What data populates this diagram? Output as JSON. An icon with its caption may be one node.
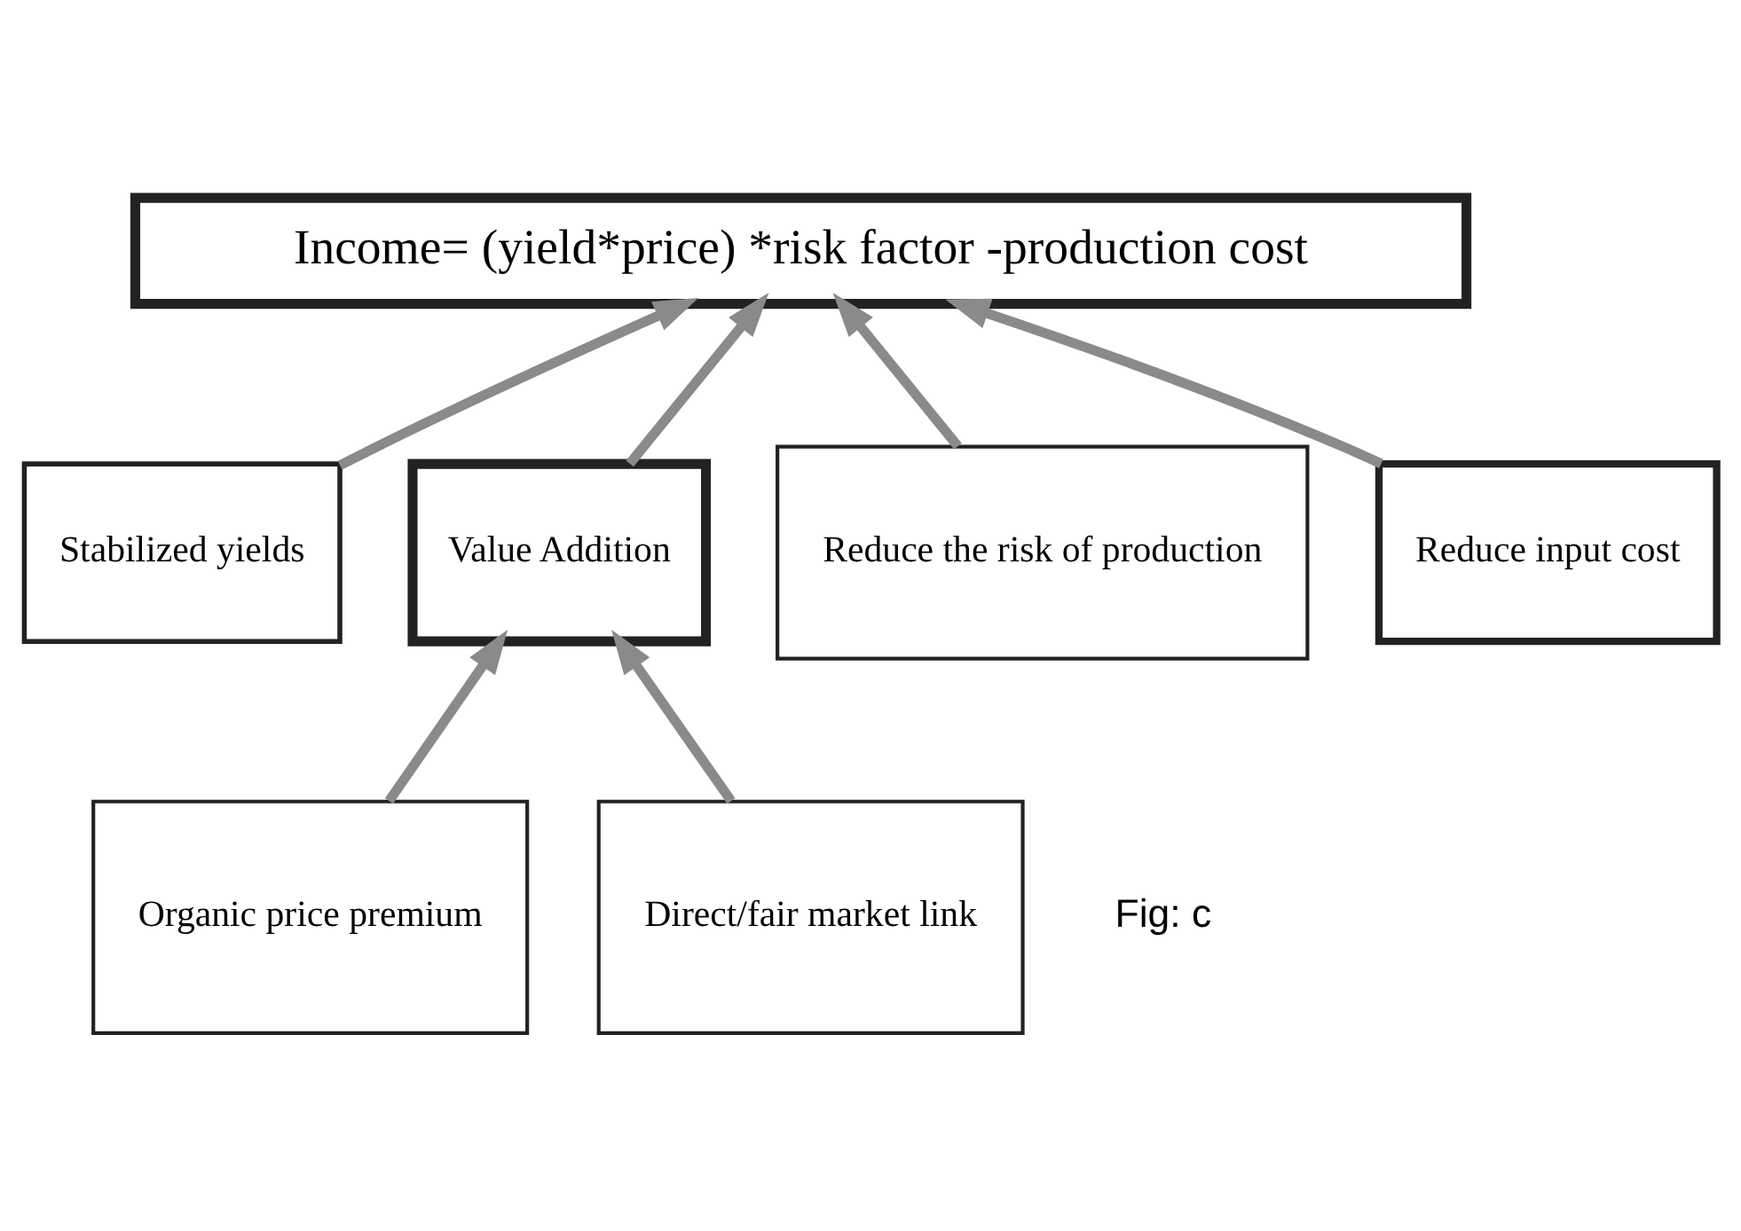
{
  "diagram": {
    "nodes": [
      {
        "text": [
          "Income= (yield*price) *risk factor -production cost"
        ]
      },
      {
        "text": [
          "Stabilized yields"
        ]
      },
      {
        "text": [
          "Value Addition"
        ]
      },
      {
        "text": [
          "Reduce the risk of production"
        ]
      },
      {
        "text": [
          "Reduce input cost"
        ]
      },
      {
        "text": [
          "Organic price premium"
        ]
      },
      {
        "text": [
          "Direct/fair market link"
        ]
      }
    ],
    "edges": [
      {
        "from": 1,
        "to": 0,
        "arrow": "to"
      },
      {
        "from": 2,
        "to": 0,
        "arrow": "to"
      },
      {
        "from": 3,
        "to": 0,
        "arrow": "to"
      },
      {
        "from": 4,
        "to": 0,
        "arrow": "to"
      },
      {
        "from": 5,
        "to": 2,
        "arrow": "to"
      },
      {
        "from": 6,
        "to": 2,
        "arrow": "to"
      }
    ],
    "labels": [
      "Fig: c"
    ]
  }
}
